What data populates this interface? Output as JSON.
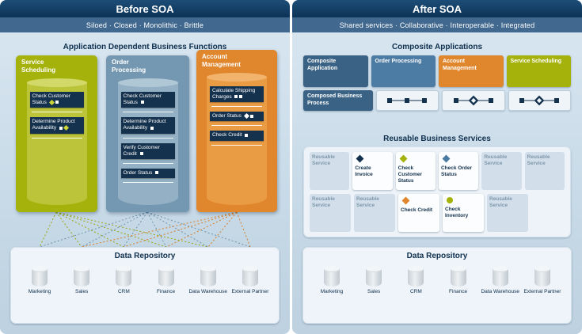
{
  "colors": {
    "header_navy": "#0d3357",
    "subtitle_bar": "#41688e",
    "item_navy": "#14314d",
    "olive": "#a5b20b",
    "steel_blue": "#7598b2",
    "blue_box_dark": "#3a6284",
    "blue_box_light": "#4c7ba3",
    "orange": "#e0862c",
    "panel_bg": "#c9dbe8"
  },
  "left_panel": {
    "title": "Before SOA",
    "subtitle": "Siloed · Closed · Monolithic · Brittle",
    "section_title": "Application Dependent Business Functions",
    "silos": [
      {
        "name": "Service Scheduling",
        "items": [
          {
            "label": "Check Customer Status"
          },
          {
            "label": "Determine Product Availability"
          }
        ]
      },
      {
        "name": "Order Processing",
        "items": [
          {
            "label": "Check Customer Status"
          },
          {
            "label": "Determine Product Availability"
          },
          {
            "label": "Verify Customer Credit"
          },
          {
            "label": "Order Status"
          }
        ]
      },
      {
        "name": "Account Management",
        "items": [
          {
            "label": "Calculate Shipping Charges"
          },
          {
            "label": "Order Status"
          },
          {
            "label": "Check Credit"
          }
        ]
      }
    ],
    "data_repository": {
      "title": "Data Repository",
      "databases": [
        "Marketing",
        "Sales",
        "CRM",
        "Finance",
        "Data Warehouse",
        "External Partner"
      ]
    }
  },
  "right_panel": {
    "title": "After SOA",
    "subtitle": "Shared services · Collaborative · Interoperable · Integrated",
    "composite_section": {
      "title": "Composite Applications",
      "apps": [
        "Composite Application",
        "Order Processing",
        "Account Management",
        "Service Scheduling"
      ],
      "process_label": "Composed Business Process"
    },
    "services_section": {
      "title": "Reusable Business Services",
      "row1": [
        "Reusable Service",
        "Create Invoice",
        "Check Customer Status",
        "Check Order Status",
        "Reusable Service",
        "Reusable Service"
      ],
      "row2": [
        "Reusable Service",
        "Reusable Service",
        "Check Credit",
        "Check Inventory",
        "Reusable Service"
      ]
    },
    "data_repository": {
      "title": "Data Repository",
      "databases": [
        "Marketing",
        "Sales",
        "CRM",
        "Finance",
        "Data Warehouse",
        "External Partner"
      ]
    }
  }
}
